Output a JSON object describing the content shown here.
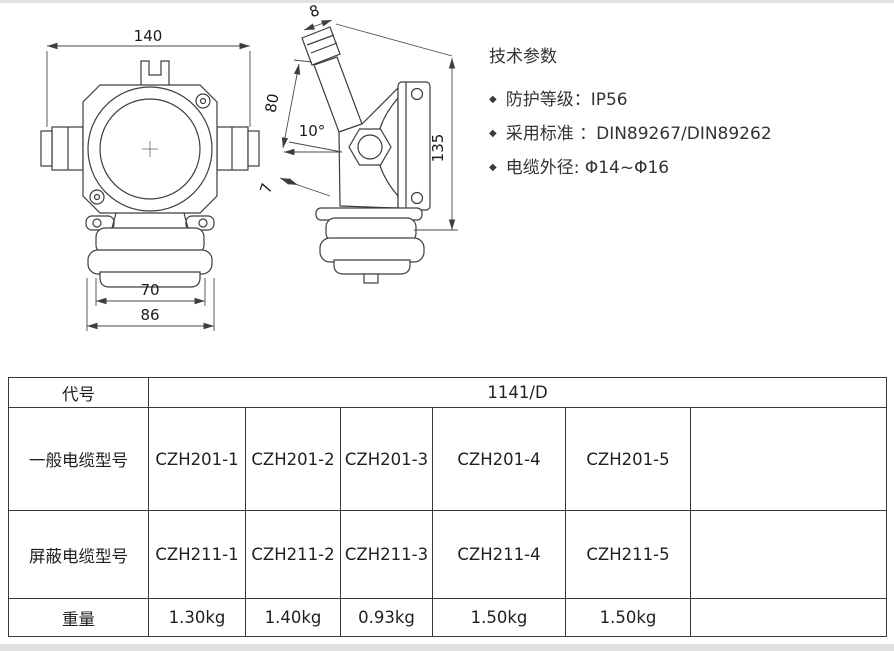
{
  "specs": {
    "title": "技术参数",
    "bullet": "◆",
    "items": [
      "防护等级：IP56",
      "采用标准 ：DIN89267/DIN89262",
      "电缆外径: Φ14~Φ16"
    ]
  },
  "drawing": {
    "front": {
      "width": "140",
      "inner_width": "70",
      "base_width": "86"
    },
    "side": {
      "gland_top": "8",
      "upper_length": "80",
      "angle": "10°",
      "wall": "7",
      "height": "135"
    }
  },
  "table": {
    "code_label": "代号",
    "code_value": "1141/D",
    "rows": [
      {
        "label": "一般电缆型号",
        "cells": [
          "CZH201-1",
          "CZH201-2",
          "CZH201-3",
          "CZH201-4",
          "CZH201-5"
        ]
      },
      {
        "label": "屏蔽电缆型号",
        "cells": [
          "CZH211-1",
          "CZH211-2",
          "CZH211-3",
          "CZH211-4",
          "CZH211-5"
        ]
      },
      {
        "label": "重量",
        "cells": [
          "1.30kg",
          "1.40kg",
          "0.93kg",
          "1.50kg",
          "1.50kg"
        ]
      }
    ]
  }
}
